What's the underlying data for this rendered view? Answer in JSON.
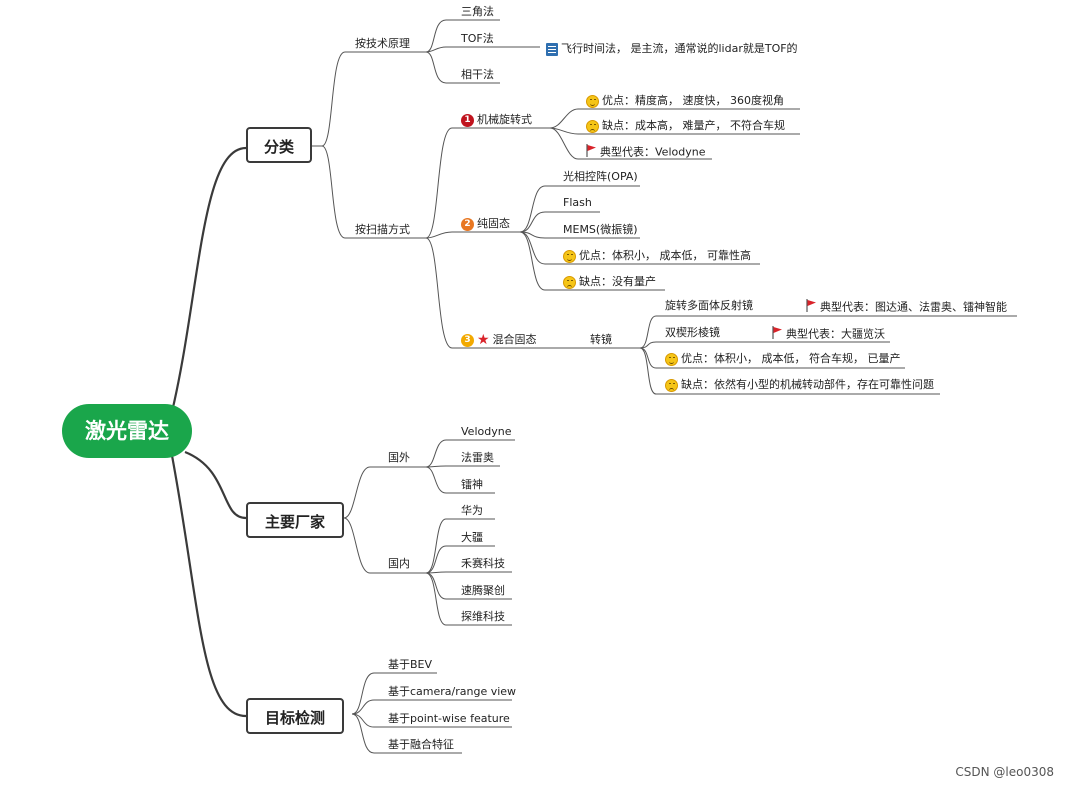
{
  "root": "激光雷达",
  "categories": {
    "fenlei": "分类",
    "changjia": "主要厂家",
    "jiance": "目标检测"
  },
  "principle": {
    "label": "按技术原理",
    "items": [
      "三角法",
      "TOF法",
      "相干法"
    ],
    "tof_note": "飞行时间法， 是主流，通常说的lidar就是TOF的"
  },
  "scan": {
    "label": "按扫描方式",
    "mechanical": {
      "num": "1",
      "label": "机械旋转式",
      "pros": "优点：精度高， 速度快， 360度视角",
      "cons": "缺点：成本高， 难量产， 不符合车规",
      "rep": "典型代表：Velodyne"
    },
    "solid": {
      "num": "2",
      "label": "纯固态",
      "items": [
        "光相控阵(OPA)",
        "Flash",
        "MEMS(微振镜)"
      ],
      "pros": "优点：体积小， 成本低， 可靠性高",
      "cons": "缺点：没有量产"
    },
    "hybrid": {
      "num": "3",
      "label": "混合固态",
      "sub": "转镜",
      "poly": "旋转多面体反射镜",
      "poly_rep": "典型代表：图达通、法雷奥、镭神智能",
      "wedge": "双楔形棱镜",
      "wedge_rep": "典型代表：大疆览沃",
      "pros": "优点：体积小， 成本低， 符合车规， 已量产",
      "cons": "缺点：依然有小型的机械转动部件，存在可靠性问题"
    }
  },
  "vendors": {
    "foreign_label": "国外",
    "foreign": [
      "Velodyne",
      "法雷奥",
      "镭神"
    ],
    "domestic_label": "国内",
    "domestic": [
      "华为",
      "大疆",
      "禾赛科技",
      "速腾聚创",
      "探维科技"
    ]
  },
  "detection": {
    "items": [
      "基于BEV",
      "基于camera/range view",
      "基于point-wise feature",
      "基于融合特征"
    ]
  },
  "watermark": "CSDN @leo0308",
  "colors": {
    "root": "#1aa64b",
    "num1": "#c0141e",
    "num2": "#e87722",
    "num3": "#f2a900",
    "flag": "#d9232a"
  }
}
